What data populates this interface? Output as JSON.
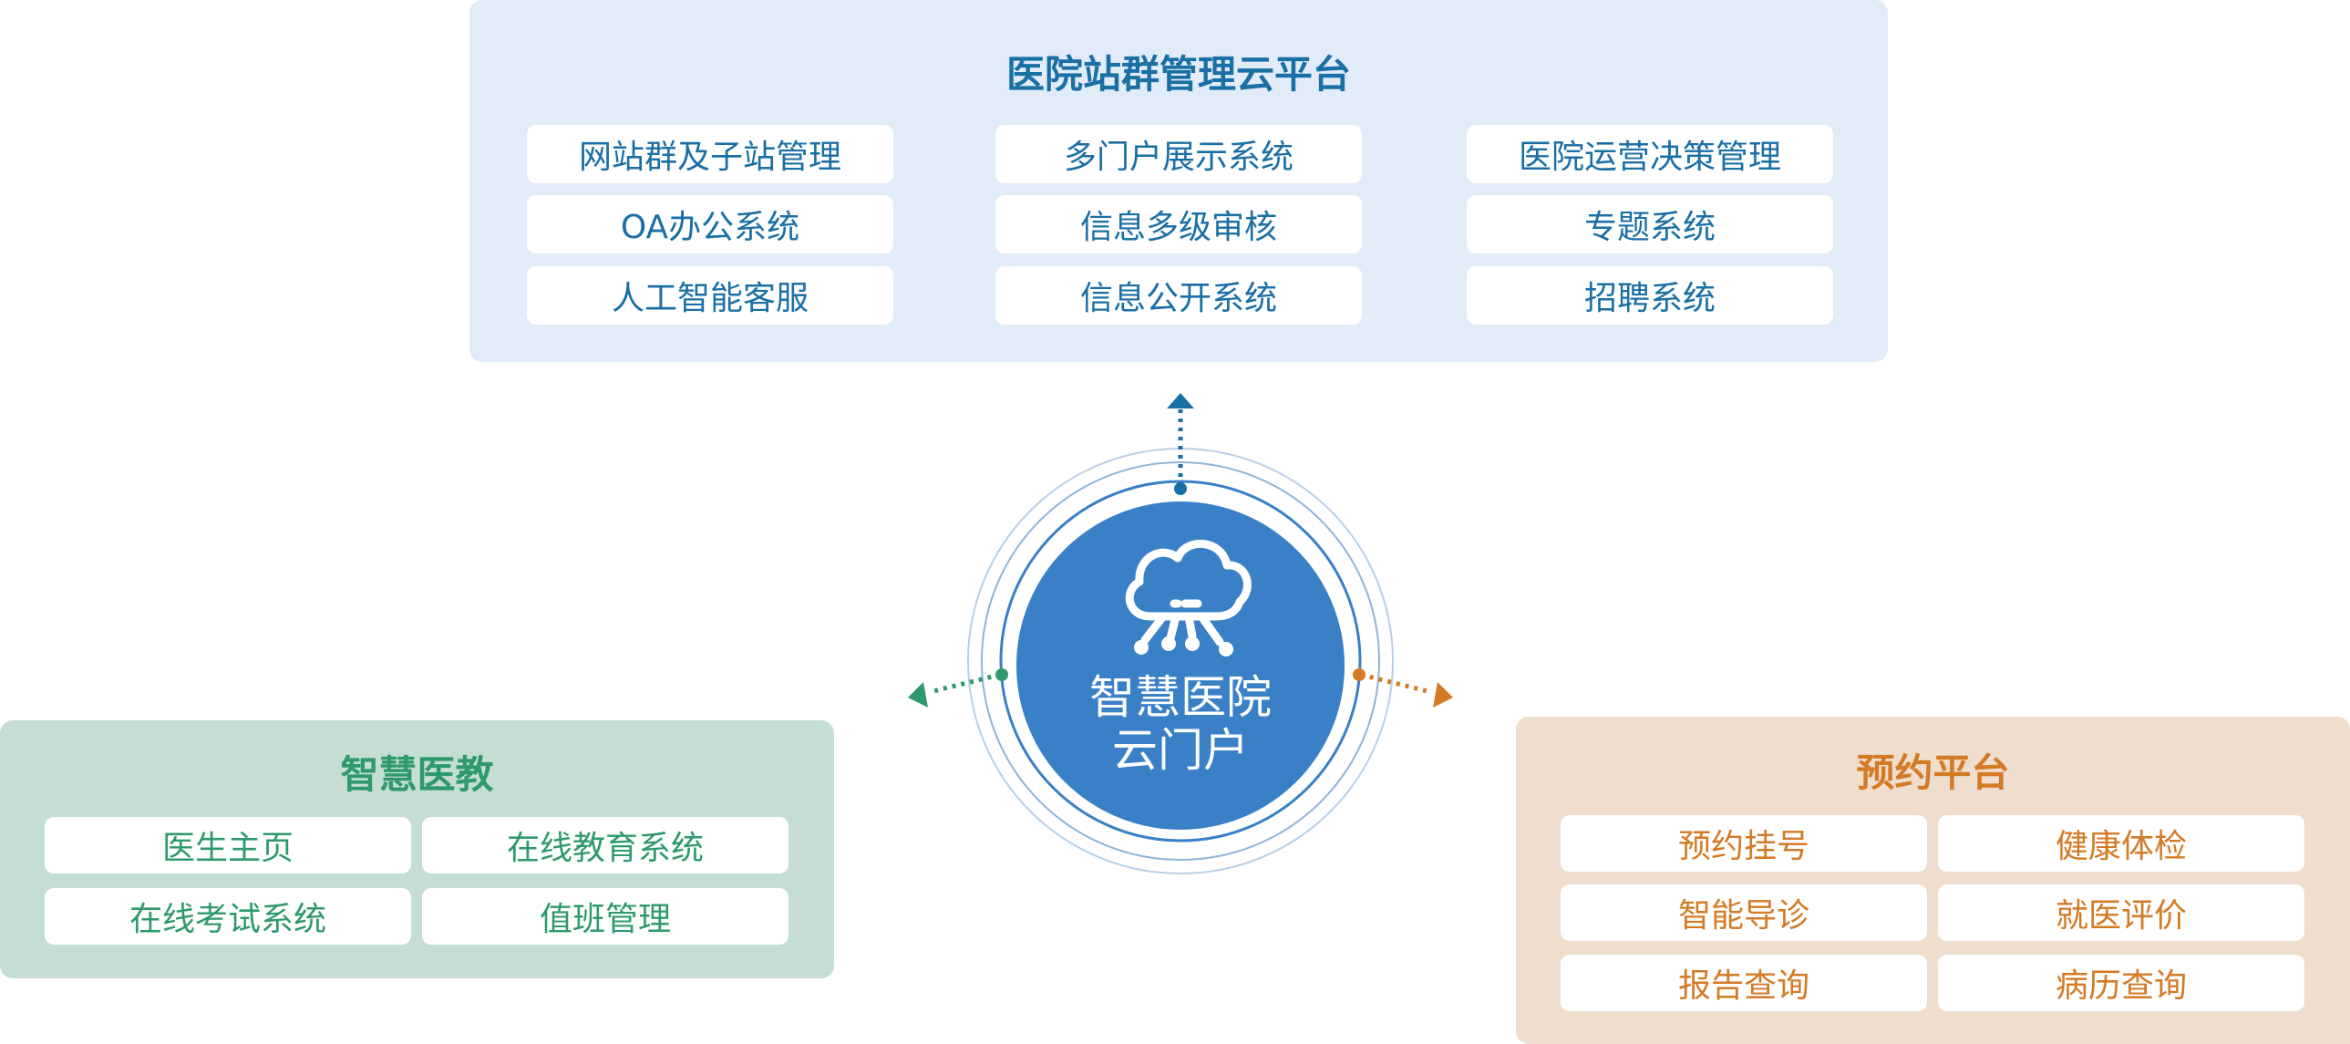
{
  "top_panel": {
    "title": "医院站群管理云平台",
    "items": [
      "网站群及子站管理",
      "多门户展示系统",
      "医院运营决策管理",
      "OA办公系统",
      "信息多级审核",
      "专题系统",
      "人工智能客服",
      "信息公开系统",
      "招聘系统"
    ]
  },
  "left_panel": {
    "title": "智慧医教",
    "items": [
      "医生主页",
      "在线教育系统",
      "在线考试系统",
      "值班管理"
    ]
  },
  "right_panel": {
    "title": "预约平台",
    "items": [
      "预约挂号",
      "健康体检",
      "智能导诊",
      "就医评价",
      "报告查询",
      "病历查询"
    ]
  },
  "center": {
    "line1": "智慧医院",
    "line2": "云门户",
    "icon": "cloud-network-icon"
  },
  "colors": {
    "blue": "#1a6fa5",
    "green": "#2e9a6c",
    "orange": "#d47a25",
    "circle": "#3a80c6"
  }
}
